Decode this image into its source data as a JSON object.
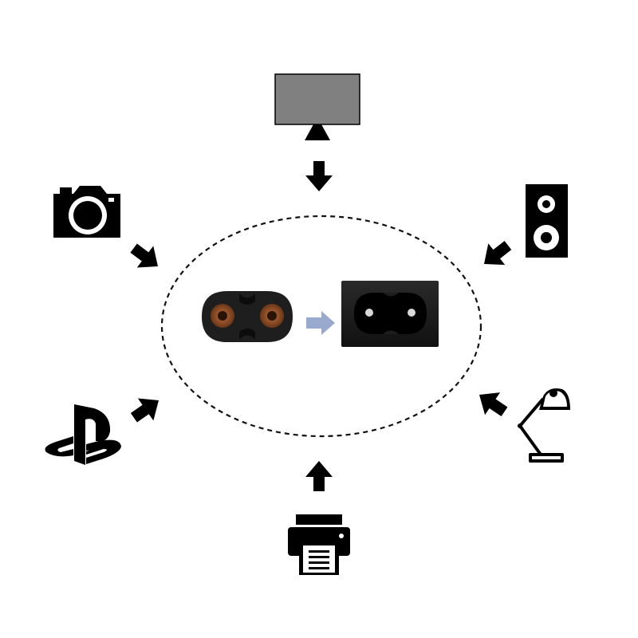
{
  "colors": {
    "background": "#ffffff",
    "icon": "#000000",
    "monitor_screen": "#808080",
    "connector_body": "#1e1e1e",
    "connector_contact": "#8a4a22",
    "conversion_arrow": "#9aaacf"
  },
  "center": {
    "boundary": "dashed-ellipse",
    "plug": "c7-figure-8-plug-icon",
    "conversion_arrow": "right-arrow-icon",
    "socket": "c8-figure-8-socket-icon"
  },
  "devices": [
    {
      "icon": "monitor-icon",
      "direction": "top"
    },
    {
      "icon": "speaker-icon",
      "direction": "top-right"
    },
    {
      "icon": "desk-lamp-icon",
      "direction": "bottom-right"
    },
    {
      "icon": "printer-icon",
      "direction": "bottom"
    },
    {
      "icon": "playstation-logo-icon",
      "direction": "bottom-left"
    },
    {
      "icon": "camera-icon",
      "direction": "top-left"
    }
  ]
}
